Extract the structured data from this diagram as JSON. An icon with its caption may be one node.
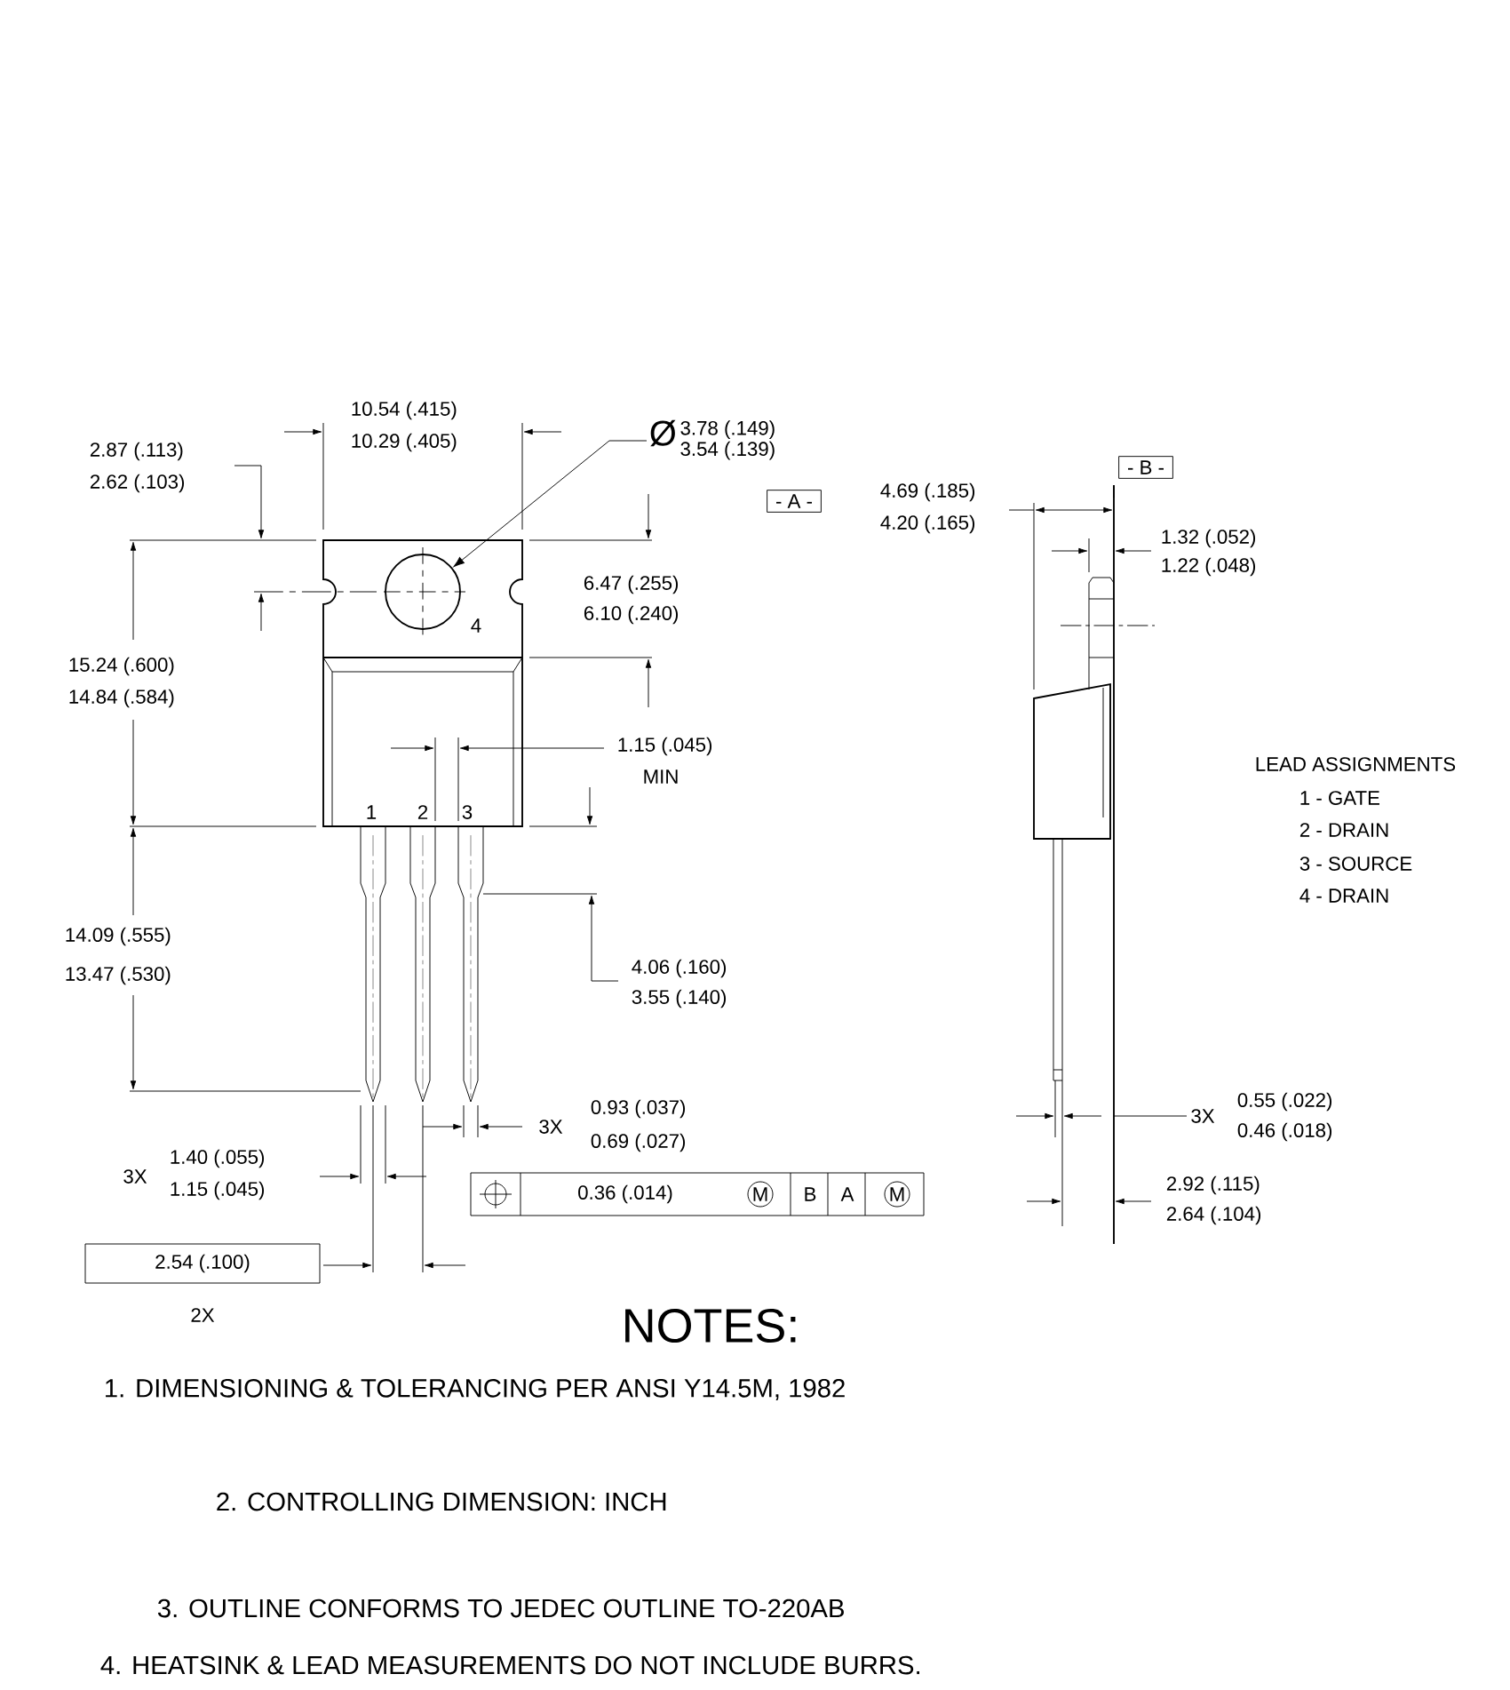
{
  "diagram": {
    "nodes": [
      {
        "text": [
          "Ø",
          "3.78 (.149)",
          "3.54 (.139)"
        ]
      },
      {
        "text": [],
        "shape": "circle"
      },
      {
        "text": [
          "- A -"
        ]
      },
      {
        "text": [
          "- B -"
        ]
      },
      {
        "text": [
          "2.54 (.100)"
        ],
        "beside": [
          "2X"
        ]
      },
      {
        "text": [
          "0.36 (.014)",
          "M",
          "B",
          "A",
          "M"
        ]
      }
    ],
    "edges": [
      {
        "from": 0,
        "to": 1,
        "arrow": "to"
      }
    ],
    "labels": [
      "10.54 (.415)",
      "10.29 (.405)",
      "2.87 (.113)",
      "2.62 (.103)",
      "4.69 (.185)",
      "4.20 (.165)",
      "1.32 (.052)",
      "1.22 (.048)",
      "6.47 (.255)",
      "6.10 (.240)",
      "15.24 (.600)",
      "14.84 (.584)",
      "1.15 (.045)",
      "MIN",
      "LEAD ASSIGNMENTS",
      "1 - GATE",
      "2 - DRAIN",
      "3 - SOURCE",
      "4 - DRAIN",
      "1",
      "2",
      "3",
      "4",
      "14.09 (.555)",
      "13.47 (.530)",
      "4.06 (.160)",
      "3.55 (.140)",
      "3X",
      "0.93 (.037)",
      "0.69 (.027)",
      "3X",
      "0.55 (.022)",
      "0.46 (.018)",
      "3X",
      "1.40 (.055)",
      "1.15 (.045)",
      "2.92 (.115)",
      "2.64 (.104)",
      "NOTES:",
      "1. DIMENSIONING & TOLERANCING PER ANSI Y14.5M, 1982",
      "2. CONTROLLING DIMENSION: INCH",
      "3. OUTLINE CONFORMS TO JEDEC OUTLINE TO-220AB",
      "4. HEATSINK & LEAD MEASUREMENTS DO NOT INCLUDE BURRS."
    ]
  }
}
